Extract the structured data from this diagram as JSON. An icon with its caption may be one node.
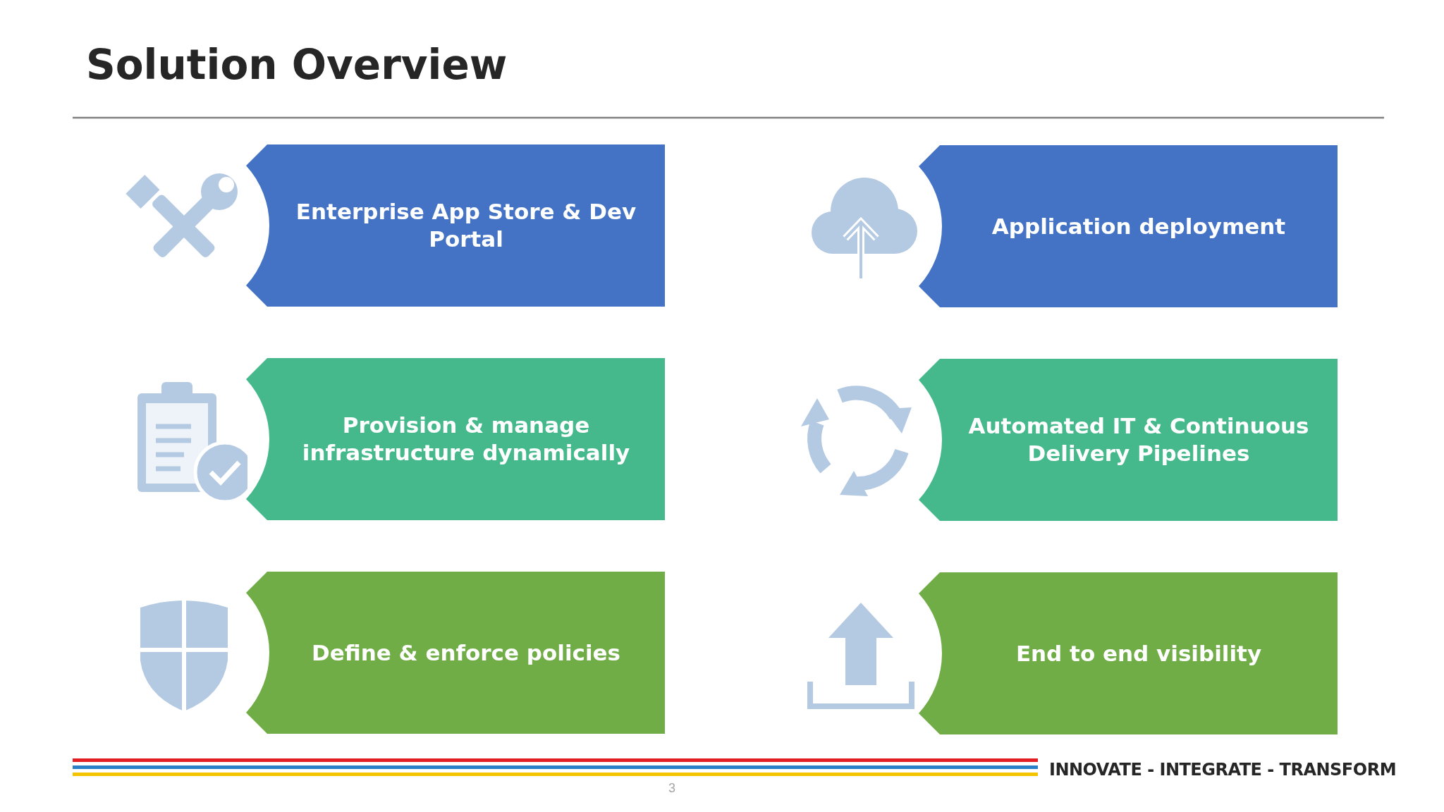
{
  "diagram": {
    "title": "Solution Overview",
    "nodes": [
      {
        "text": [
          "Enterprise App Store & Dev Portal"
        ]
      },
      {
        "text": [
          "Application deployment"
        ]
      },
      {
        "text": [
          "Provision & manage infrastructure dynamically"
        ]
      },
      {
        "text": [
          "Automated IT & Continuous Delivery Pipelines"
        ]
      },
      {
        "text": [
          "Define & enforce policies"
        ]
      },
      {
        "text": [
          "End to end visibility"
        ]
      }
    ],
    "labels": [
      "INNOVATE - INTEGRATE - TRANSFORM",
      "3"
    ]
  }
}
